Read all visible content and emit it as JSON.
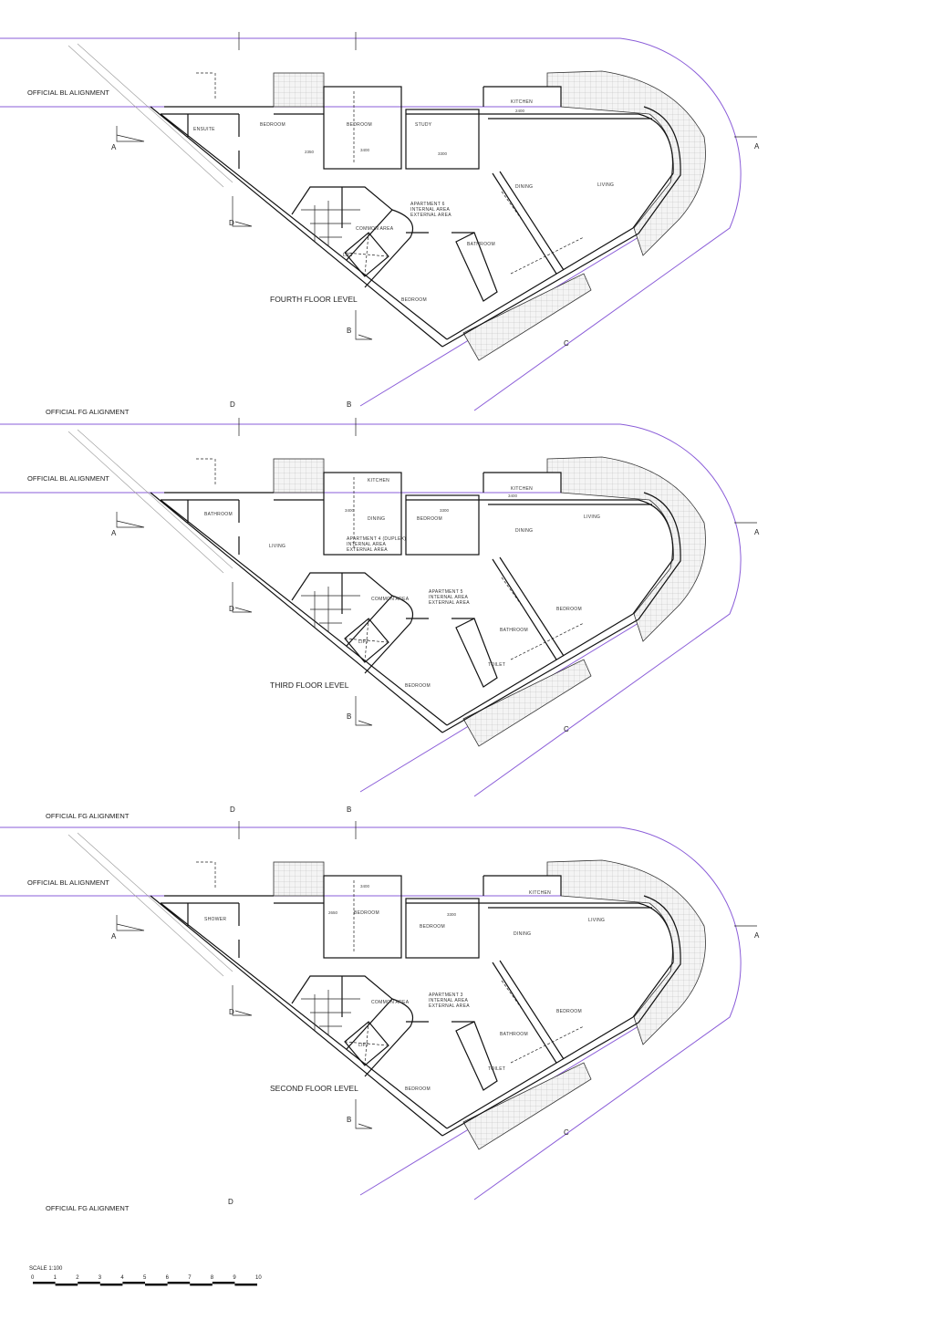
{
  "colors": {
    "alignment_line": "#8a5cd8",
    "walls": "#111111",
    "hatch": "#bbbbbb"
  },
  "alignments": {
    "bl": "OFFICIAL BL ALIGNMENT",
    "fg": "OFFICIAL FG ALIGNMENT"
  },
  "section_markers": {
    "a": "A",
    "b": "B",
    "c": "C",
    "d": "D"
  },
  "floors": [
    {
      "level": "FOURTH FLOOR LEVEL",
      "labels": [
        "ENSUITE",
        "BEDROOM",
        "BEDROOM",
        "STUDY",
        "KITCHEN",
        "DINING",
        "LIVING",
        "COMMON AREA",
        "BATHROOM",
        "BEDROOM",
        "LIFT"
      ],
      "apartment": [
        "APARTMENT 6",
        "INTERNAL AREA",
        "EXTERNAL AREA"
      ],
      "dims": [
        "3400",
        "2350",
        "3300",
        "2400"
      ]
    },
    {
      "level": "THIRD FLOOR LEVEL",
      "labels": [
        "BATHROOM",
        "KITCHEN",
        "DINING",
        "BEDROOM",
        "KITCHEN",
        "DINING",
        "LIVING",
        "LIVING",
        "COMMON AREA",
        "BEDROOM",
        "BATHROOM",
        "TOILET",
        "BEDROOM",
        "LIFT"
      ],
      "apartment": [
        "APARTMENT 4 (DUPLEX)",
        "INTERNAL AREA",
        "EXTERNAL AREA"
      ],
      "apartment2": [
        "APARTMENT 5",
        "INTERNAL AREA",
        "EXTERNAL AREA"
      ],
      "dims": [
        "3400",
        "3300",
        "3400"
      ]
    },
    {
      "level": "SECOND FLOOR LEVEL",
      "labels": [
        "SHOWER",
        "BEDROOM",
        "BEDROOM",
        "KITCHEN",
        "DINING",
        "LIVING",
        "COMMON AREA",
        "BEDROOM",
        "BATHROOM",
        "TOILET",
        "BEDROOM",
        "LIFT"
      ],
      "apartment": [
        "APARTMENT 3",
        "INTERNAL AREA",
        "EXTERNAL AREA"
      ],
      "dims": [
        "3400",
        "2650",
        "3300"
      ]
    }
  ],
  "scale_bar": {
    "title": "SCALE 1:100",
    "ticks": [
      "0",
      "1",
      "2",
      "3",
      "4",
      "5",
      "6",
      "7",
      "8",
      "9",
      "10"
    ]
  }
}
